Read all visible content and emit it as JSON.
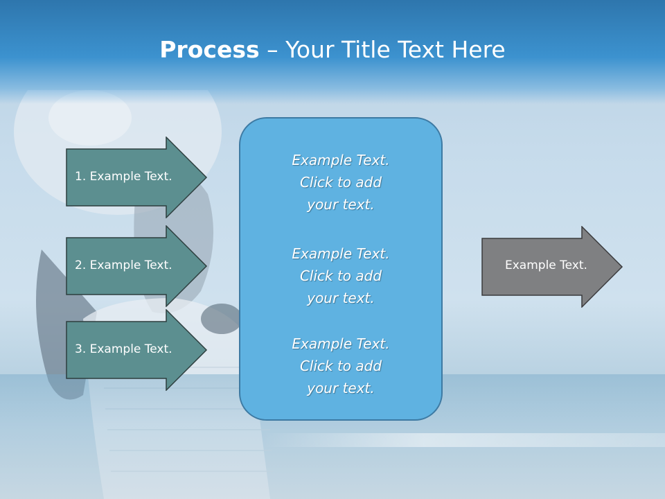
{
  "title": {
    "bold": "Process",
    "rest": " – Your Title Text Here"
  },
  "left_arrows": [
    {
      "label": "1. Example Text."
    },
    {
      "label": "2. Example Text."
    },
    {
      "label": "3. Example Text."
    }
  ],
  "center_box": {
    "paragraphs": [
      {
        "line1": "Example Text.",
        "line2": "Click  to add",
        "line3": "your text."
      },
      {
        "line1": "Example Text.",
        "line2": "Click  to add",
        "line3": "your text."
      },
      {
        "line1": "Example Text.",
        "line2": "Click  to add",
        "line3": "your text."
      }
    ]
  },
  "right_arrow": {
    "label": "Example Text."
  },
  "colors": {
    "title_bar": "#3c92cf",
    "left_arrow_fill": "#5c8f90",
    "center_box_fill": "#5fb2e1",
    "right_arrow_fill": "#7f8082"
  }
}
